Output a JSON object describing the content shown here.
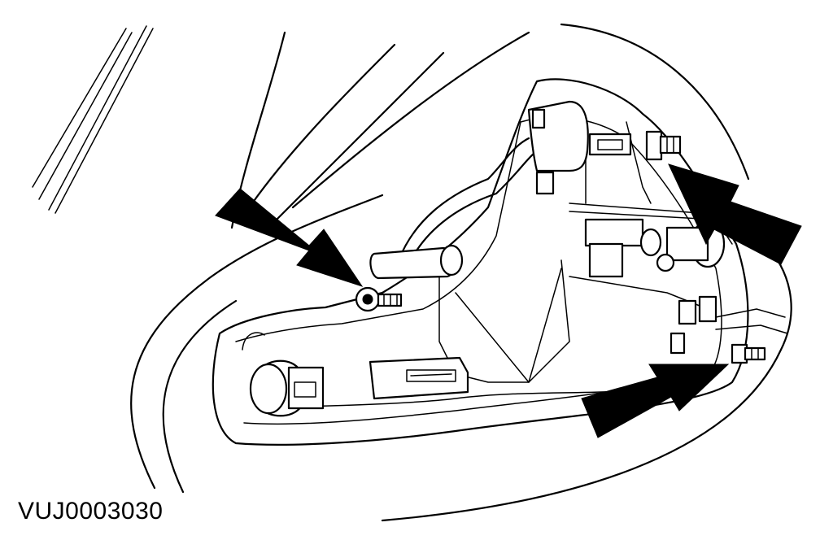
{
  "caption": "VUJ0003030",
  "colors": {
    "line": "#000000",
    "background": "#ffffff"
  },
  "icons": [
    "arrow-pointer",
    "screw-fastener",
    "bulb-holder",
    "connector"
  ]
}
